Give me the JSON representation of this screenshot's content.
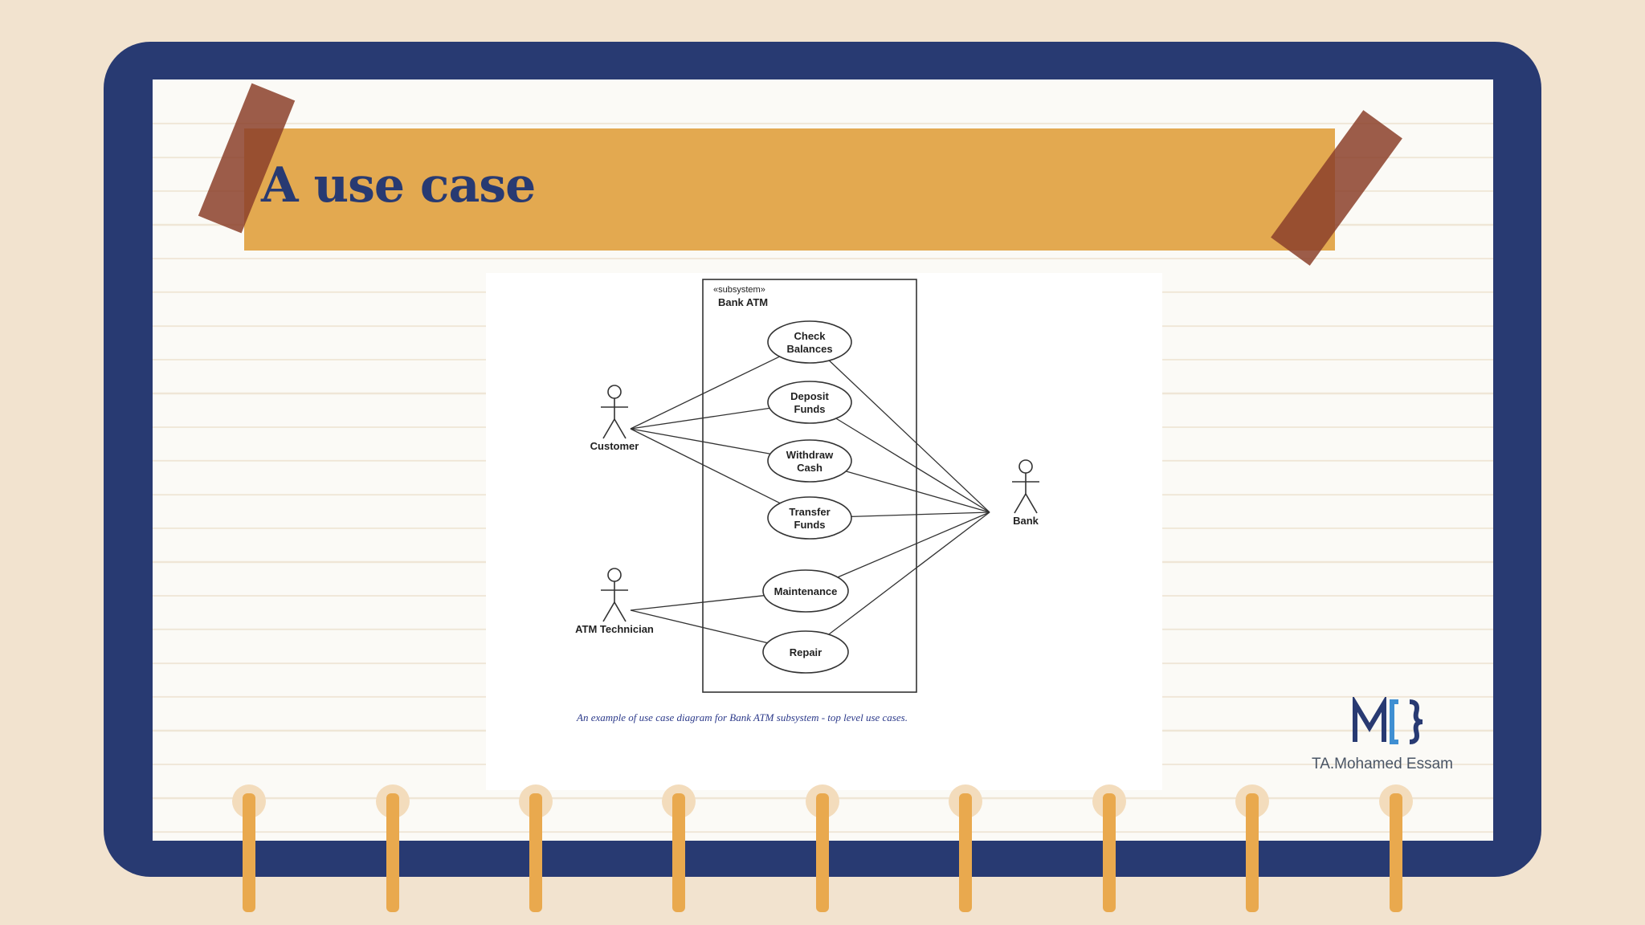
{
  "slide": {
    "title": "A use case",
    "author": "TA.Mohamed Essam",
    "logo_icon": "code-brace-logo-icon"
  },
  "colors": {
    "background": "#f2e3cf",
    "frame": "#283a72",
    "paper": "#fbfaf6",
    "title_band": "#e3a950",
    "tape": "#8b3f2a",
    "rings": "#e9a94e"
  },
  "diagram": {
    "stereotype": "«subsystem»",
    "system_name": "Bank ATM",
    "actors": [
      {
        "id": "customer",
        "name": "Customer"
      },
      {
        "id": "technician",
        "name": "ATM Technician"
      },
      {
        "id": "bank",
        "name": "Bank"
      }
    ],
    "use_cases": [
      {
        "id": "check",
        "lines": [
          "Check",
          "Balances"
        ]
      },
      {
        "id": "deposit",
        "lines": [
          "Deposit",
          "Funds"
        ]
      },
      {
        "id": "withdraw",
        "lines": [
          "Withdraw",
          "Cash"
        ]
      },
      {
        "id": "transfer",
        "lines": [
          "Transfer",
          "Funds"
        ]
      },
      {
        "id": "maintenance",
        "lines": [
          "Maintenance"
        ]
      },
      {
        "id": "repair",
        "lines": [
          "Repair"
        ]
      }
    ],
    "associations": [
      [
        "customer",
        "check"
      ],
      [
        "customer",
        "deposit"
      ],
      [
        "customer",
        "withdraw"
      ],
      [
        "customer",
        "transfer"
      ],
      [
        "technician",
        "maintenance"
      ],
      [
        "technician",
        "repair"
      ],
      [
        "bank",
        "check"
      ],
      [
        "bank",
        "deposit"
      ],
      [
        "bank",
        "withdraw"
      ],
      [
        "bank",
        "transfer"
      ],
      [
        "bank",
        "maintenance"
      ],
      [
        "bank",
        "repair"
      ]
    ],
    "caption": "An example of use case diagram for Bank ATM subsystem - top level use cases."
  }
}
